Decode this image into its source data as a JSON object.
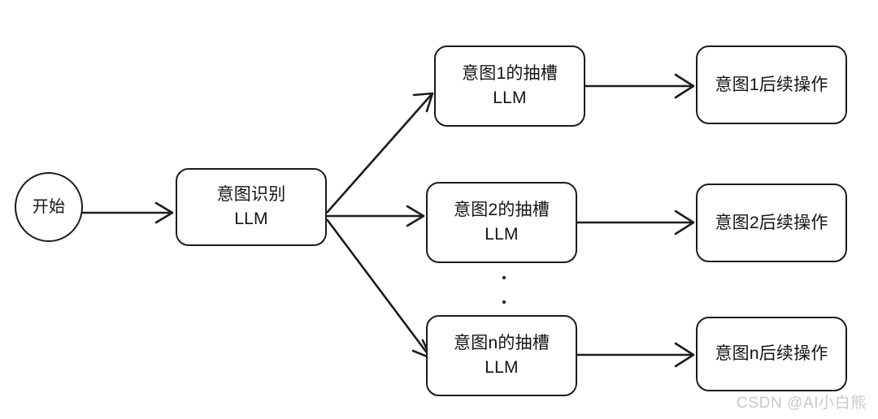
{
  "diagram": {
    "title": "Intent recognition and slot filling LLM pipeline flowchart",
    "stroke_color": "#1c1c1c",
    "background_color": "#ffffff",
    "text_color": "#141414",
    "nodes": {
      "start": {
        "label": "开始",
        "shape": "circle"
      },
      "intent_recognition": {
        "line1": "意图识别",
        "line2": "LLM",
        "shape": "rounded-rect"
      },
      "slot_1": {
        "line1": "意图1的抽槽",
        "line2": "LLM",
        "shape": "rounded-rect"
      },
      "slot_2": {
        "line1": "意图2的抽槽",
        "line2": "LLM",
        "shape": "rounded-rect"
      },
      "slot_n": {
        "line1": "意图n的抽槽",
        "line2": "LLM",
        "shape": "rounded-rect"
      },
      "action_1": {
        "label": "意图1后续操作",
        "shape": "rounded-rect"
      },
      "action_2": {
        "label": "意图2后续操作",
        "shape": "rounded-rect"
      },
      "action_n": {
        "label": "意图n后续操作",
        "shape": "rounded-rect"
      }
    },
    "ellipsis": {
      "symbol": "·",
      "count": 2,
      "meaning": "more intent branches between 2 and n"
    },
    "edges": [
      {
        "from": "start",
        "to": "intent_recognition",
        "label": ""
      },
      {
        "from": "intent_recognition",
        "to": "slot_1",
        "label": ""
      },
      {
        "from": "intent_recognition",
        "to": "slot_2",
        "label": ""
      },
      {
        "from": "intent_recognition",
        "to": "slot_n",
        "label": ""
      },
      {
        "from": "slot_1",
        "to": "action_1",
        "label": ""
      },
      {
        "from": "slot_2",
        "to": "action_2",
        "label": ""
      },
      {
        "from": "slot_n",
        "to": "action_n",
        "label": ""
      }
    ]
  },
  "watermark": {
    "text": "CSDN @AI小白熊"
  }
}
